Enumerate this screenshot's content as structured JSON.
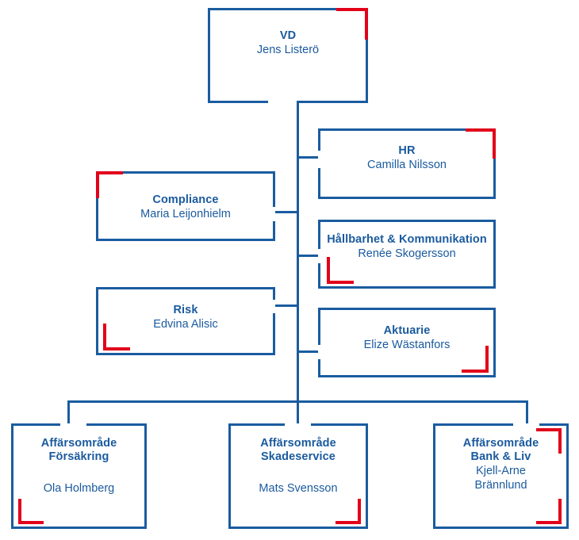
{
  "chart": {
    "type": "org-chart",
    "language": "sv",
    "colors": {
      "border_blue": "#1a5ca0",
      "text_blue": "#1a5a9e",
      "accent_red": "#e2001a",
      "background": "#ffffff"
    },
    "nodes": [
      {
        "id": "vd",
        "title": "VD",
        "person": "Jens Listerö",
        "level": 0,
        "accent_corners": [
          "top-right"
        ]
      },
      {
        "id": "hr",
        "title": "HR",
        "person": "Camilla Nilsson",
        "level": 1,
        "side": "right",
        "accent_corners": [
          "top-right"
        ]
      },
      {
        "id": "compliance",
        "title": "Compliance",
        "person": "Maria Leijonhielm",
        "level": 1,
        "side": "left",
        "accent_corners": [
          "top-left"
        ]
      },
      {
        "id": "hallbarhet",
        "title": "Hållbarhet & Kommunikation",
        "person": "Renée Skogersson",
        "level": 1,
        "side": "right",
        "accent_corners": [
          "bottom-left"
        ]
      },
      {
        "id": "risk",
        "title": "Risk",
        "person": "Edvina Alisic",
        "level": 1,
        "side": "left",
        "accent_corners": [
          "bottom-left"
        ]
      },
      {
        "id": "aktuarie",
        "title": "Aktuarie",
        "person": "Elize Wästanfors",
        "level": 1,
        "side": "right",
        "accent_corners": [
          "bottom-right"
        ]
      },
      {
        "id": "forsakring",
        "title_line1": "Affärsområde",
        "title_line2": "Försäkring",
        "person": "Ola Holmberg",
        "level": 2,
        "accent_corners": [
          "bottom-left"
        ]
      },
      {
        "id": "skadeservice",
        "title_line1": "Affärsområde",
        "title_line2": "Skadeservice",
        "person": "Mats Svensson",
        "level": 2,
        "accent_corners": [
          "bottom-right"
        ]
      },
      {
        "id": "bankliv",
        "title_line1": "Affärsområde",
        "title_line2": "Bank & Liv",
        "person_line1": "Kjell-Arne",
        "person_line2": "Brännlund",
        "level": 2,
        "accent_corners": [
          "top-right",
          "bottom-right"
        ]
      }
    ]
  }
}
